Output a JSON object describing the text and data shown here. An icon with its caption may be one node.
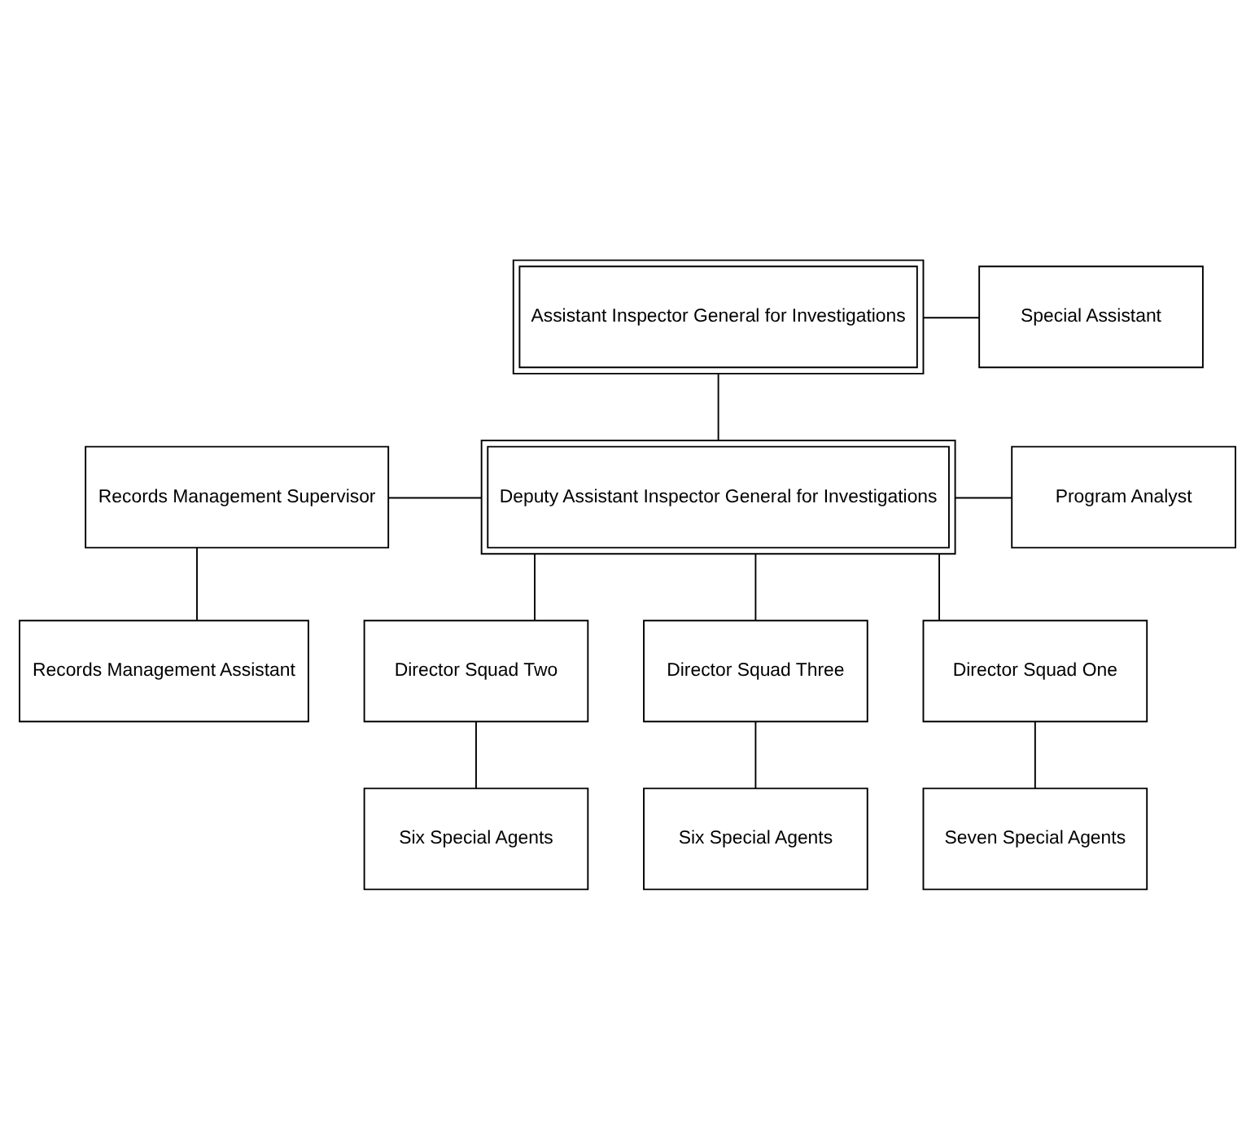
{
  "diagram": {
    "nodes": [
      {
        "text": [
          "Assistant Inspector General for Investigations"
        ]
      },
      {
        "text": [
          "Special Assistant"
        ]
      },
      {
        "text": [
          "Records Management Supervisor"
        ]
      },
      {
        "text": [
          "Deputy Assistant Inspector General for Investigations"
        ]
      },
      {
        "text": [
          "Program Analyst"
        ]
      },
      {
        "text": [
          "Records Management Assistant"
        ]
      },
      {
        "text": [
          "Director Squad One"
        ]
      },
      {
        "text": [
          "Director Squad Two"
        ]
      },
      {
        "text": [
          "Director Squad Three"
        ]
      },
      {
        "text": [
          "Seven Special Agents"
        ]
      },
      {
        "text": [
          "Six Special Agents"
        ]
      },
      {
        "text": [
          "Six Special Agents"
        ]
      }
    ],
    "edges": [
      {
        "from": 0,
        "to": 1,
        "arrow": "none"
      },
      {
        "from": 0,
        "to": 3,
        "arrow": "none"
      },
      {
        "from": 2,
        "to": 3,
        "arrow": "none"
      },
      {
        "from": 3,
        "to": 4,
        "arrow": "none"
      },
      {
        "from": 2,
        "to": 5,
        "arrow": "none"
      },
      {
        "from": 3,
        "to": 6,
        "arrow": "none"
      },
      {
        "from": 3,
        "to": 7,
        "arrow": "none"
      },
      {
        "from": 3,
        "to": 8,
        "arrow": "none"
      },
      {
        "from": 6,
        "to": 9,
        "arrow": "none"
      },
      {
        "from": 7,
        "to": 10,
        "arrow": "none"
      },
      {
        "from": 8,
        "to": 11,
        "arrow": "none"
      }
    ]
  }
}
